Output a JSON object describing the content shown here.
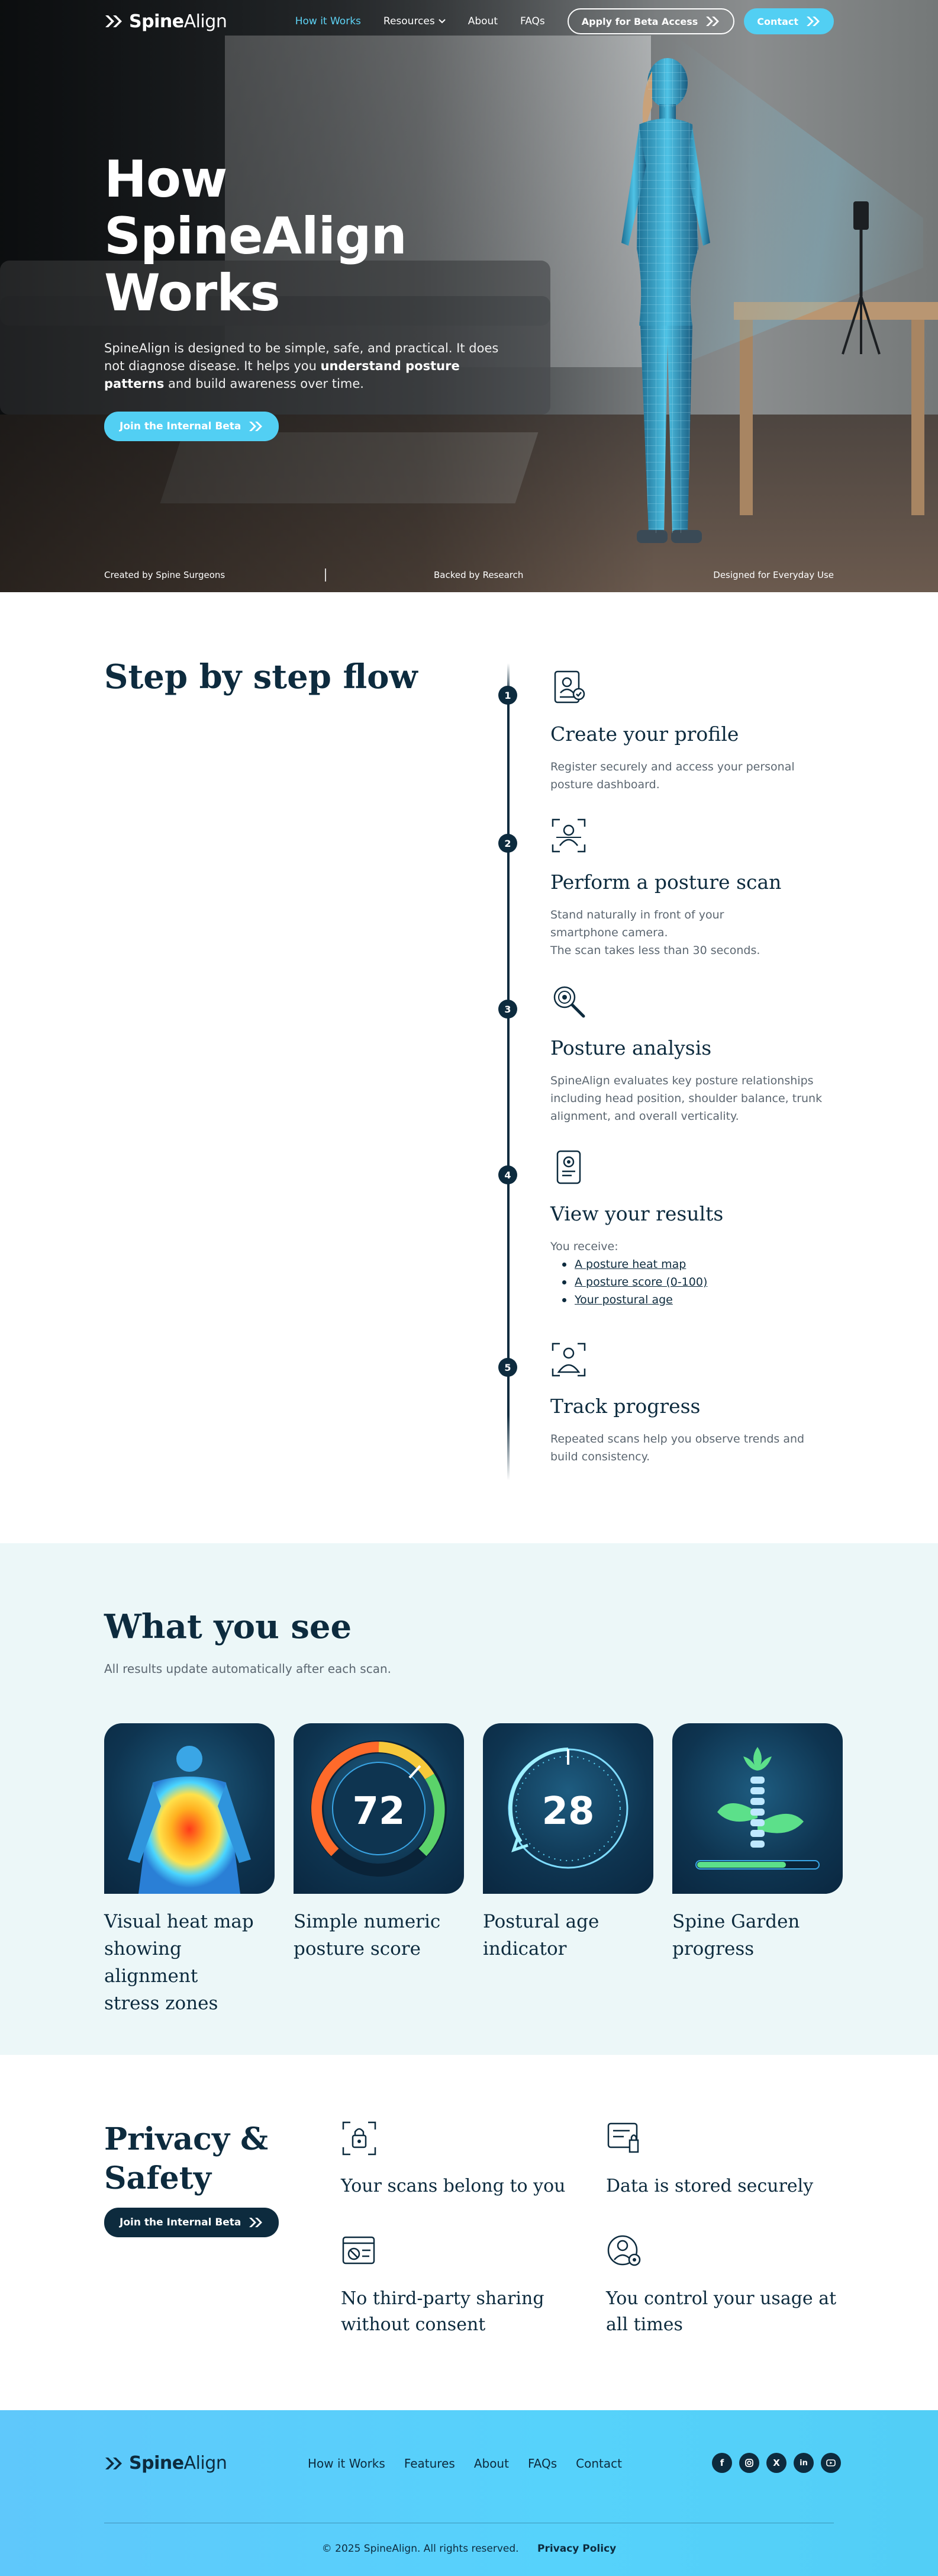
{
  "brand": {
    "logo_bold": "Spine",
    "logo_light": "Align"
  },
  "nav": {
    "items": [
      "How it Works",
      "Resources",
      "About",
      "FAQs"
    ],
    "apply_label": "Apply for Beta Access",
    "contact_label": "Contact"
  },
  "hero": {
    "title_lines": [
      "How",
      "SpineAlign",
      "Works"
    ],
    "desc_part1": "SpineAlign is designed to be simple, safe, and practical. It does not diagnose disease. It helps you ",
    "desc_bold": "understand posture patterns",
    "desc_part2": " and build awareness over time.",
    "cta_label": "Join the Internal Beta",
    "footer_items": [
      "Created by Spine Surgeons",
      "Backed by Research",
      "Designed for Everyday Use"
    ]
  },
  "steps": {
    "title": "Step by step flow",
    "items": [
      {
        "num": "1",
        "title": "Create your profile",
        "lines": [
          "Register securely and access your personal",
          "posture dashboard."
        ],
        "icon": "profile-card-icon"
      },
      {
        "num": "2",
        "title": "Perform a posture scan",
        "lines": [
          "Stand naturally in front of your",
          "smartphone camera.",
          "The scan takes less than 30 seconds."
        ],
        "icon": "scan-person-icon"
      },
      {
        "num": "3",
        "title": "Posture analysis",
        "lines": [
          "SpineAlign evaluates key posture relationships",
          "including head position, shoulder balance, trunk",
          "alignment, and overall verticality."
        ],
        "icon": "magnifier-icon"
      },
      {
        "num": "4",
        "title": "View your results",
        "intro": "You receive:",
        "bullets": [
          "A posture heat map",
          "A posture score (0-100)",
          "Your postural age"
        ],
        "icon": "phone-report-icon"
      },
      {
        "num": "5",
        "title": "Track progress",
        "lines": [
          "Repeated scans help you observe trends and",
          "build consistency."
        ],
        "icon": "person-progress-icon"
      }
    ]
  },
  "see": {
    "title": "What you see",
    "subtitle": "All results update automatically after each scan.",
    "cards": [
      {
        "caption_lines": [
          "Visual heat map",
          "showing alignment",
          "stress zones"
        ]
      },
      {
        "caption_lines": [
          "Simple numeric",
          "posture score"
        ],
        "value": "72"
      },
      {
        "caption_lines": [
          "Postural age",
          "indicator"
        ],
        "value": "28"
      },
      {
        "caption_lines": [
          "Spine Garden",
          "progress"
        ]
      }
    ]
  },
  "privacy": {
    "title_lines": [
      "Privacy &",
      "Safety"
    ],
    "cta_label": "Join the Internal Beta",
    "features": [
      {
        "lines": [
          "Your scans belong to you"
        ],
        "icon": "lock-person-icon"
      },
      {
        "lines": [
          "Data is stored securely"
        ],
        "icon": "secure-storage-icon"
      },
      {
        "lines": [
          "No third-party sharing",
          "without consent"
        ],
        "icon": "no-sharing-icon"
      },
      {
        "lines": [
          "You control your usage at",
          "all times"
        ],
        "icon": "user-control-icon"
      }
    ]
  },
  "footer": {
    "links": [
      "How it Works",
      "Features",
      "About",
      "FAQs",
      "Contact"
    ],
    "socials": [
      "facebook-icon",
      "instagram-icon",
      "x-icon",
      "linkedin-icon",
      "youtube-icon"
    ],
    "copyright": "© 2025 SpineAlign. All rights reserved.",
    "privacy_link": "Privacy Policy"
  },
  "colors": {
    "navy": "#0d2b3e",
    "cyan": "#52cff3",
    "mint_bg": "#ecf7f8"
  }
}
